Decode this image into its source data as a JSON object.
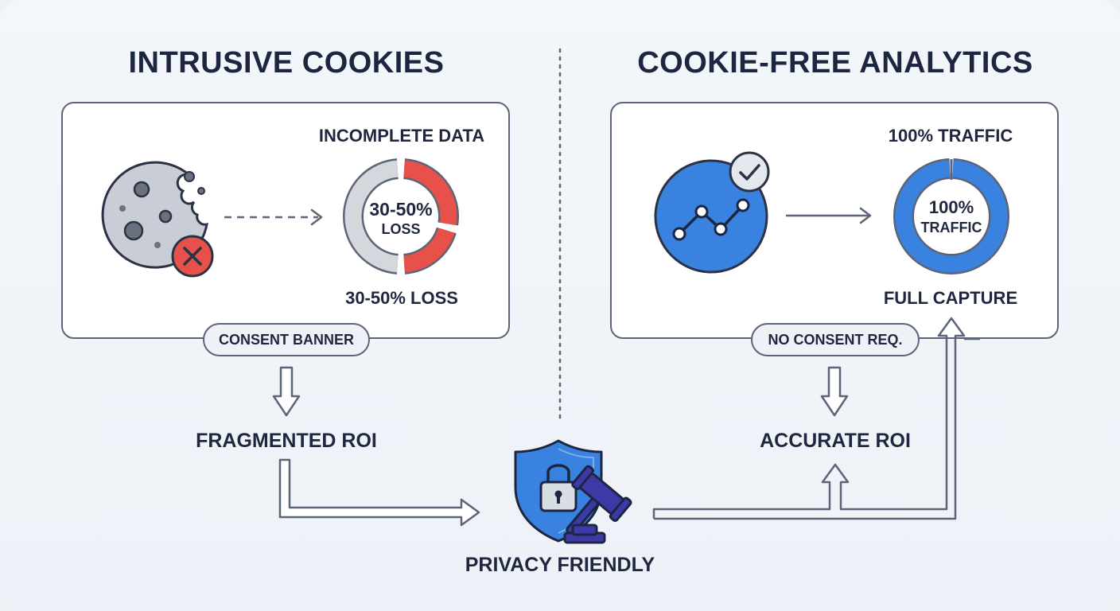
{
  "left": {
    "title": "INTRUSIVE COOKIES",
    "ring_top_label": "INCOMPLETE DATA",
    "ring_center_line1": "30-50%",
    "ring_center_line2": "LOSS",
    "ring_bottom_label": "30-50% LOSS",
    "pill": "CONSENT BANNER",
    "result": "FRAGMENTED ROI",
    "loss_fraction": 0.4
  },
  "right": {
    "title": "COOKIE-FREE ANALYTICS",
    "ring_top_label": "100% TRAFFIC",
    "ring_center_line1": "100%",
    "ring_center_line2": "TRAFFIC",
    "ring_bottom_label": "FULL CAPTURE",
    "pill": "NO CONSENT REQ.",
    "result": "ACCURATE ROI",
    "capture_fraction": 1.0
  },
  "center": {
    "label": "PRIVACY FRIENDLY"
  },
  "icons": {
    "cookie": "cookie-icon",
    "blocked": "x-circle-icon",
    "analytics": "line-chart-icon",
    "verified": "checkmark-icon",
    "shield": "shield-lock-icon",
    "gavel": "gavel-icon"
  },
  "colors": {
    "loss_red": "#e8504a",
    "partial_gray": "#d4d7dc",
    "capture_blue": "#3a82e0",
    "outline": "#5c6478",
    "text_dark": "#1c2640"
  }
}
